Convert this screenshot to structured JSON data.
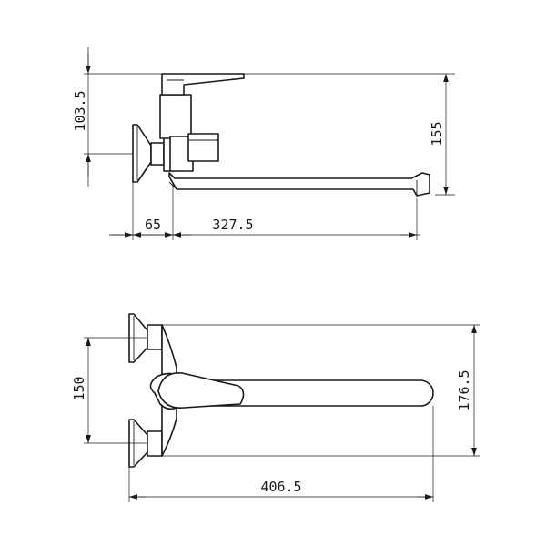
{
  "drawing": {
    "side_view": {
      "dimensions": {
        "body_height": "103.5",
        "total_height": "155",
        "wall_offset": "65",
        "spout_reach": "327.5"
      }
    },
    "top_view": {
      "dimensions": {
        "connection_spacing": "150",
        "total_width": "176.5",
        "total_length": "406.5"
      }
    }
  }
}
